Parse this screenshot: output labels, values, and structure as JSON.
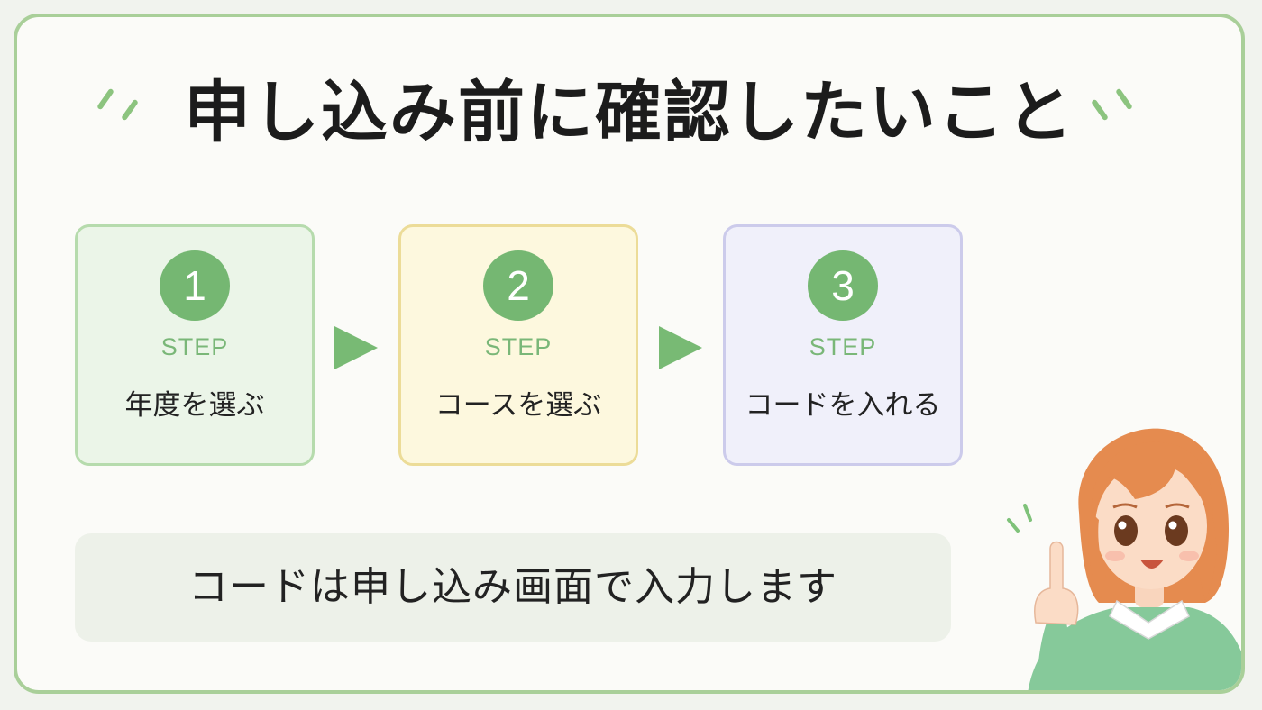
{
  "title": "申し込み前に確認したいこと",
  "steps": [
    {
      "number": "1",
      "label": "STEP",
      "text": "年度を選ぶ"
    },
    {
      "number": "2",
      "label": "STEP",
      "text": "コースを選ぶ"
    },
    {
      "number": "3",
      "label": "STEP",
      "text": "コードを入れる"
    }
  ],
  "note": "コードは申し込み画面で入力します",
  "colors": {
    "accent_green": "#75b772",
    "frame_border": "#a9cf99",
    "step1_bg": "#ebf5e8",
    "step2_bg": "#fdf8de",
    "step3_bg": "#f0f0fa",
    "note_bg": "#edf1e9"
  },
  "illustration": {
    "icon": "pointing-girl-illustration"
  }
}
